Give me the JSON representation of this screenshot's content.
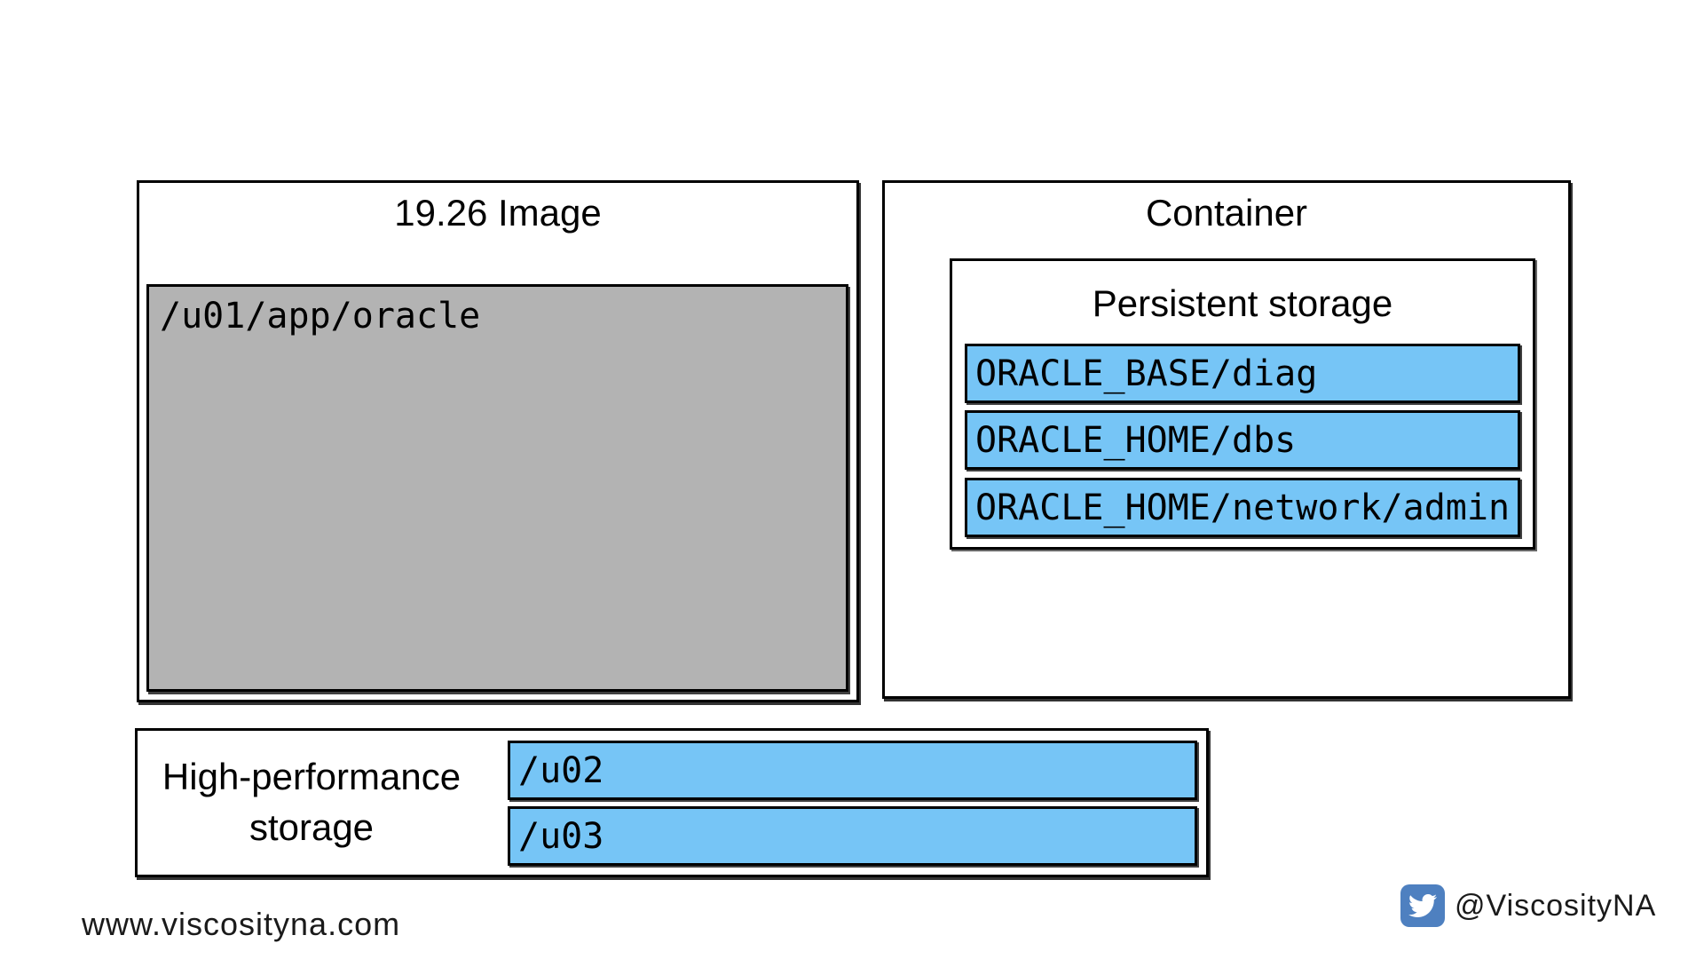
{
  "image_box": {
    "title": "19.26 Image",
    "volume": "/u01/app/oracle"
  },
  "container_box": {
    "title": "Container",
    "persistent_storage": {
      "title": "Persistent storage",
      "items": [
        "ORACLE_BASE/diag",
        "ORACLE_HOME/dbs",
        "ORACLE_HOME/network/admin"
      ]
    }
  },
  "high_performance_storage": {
    "label": "High-performance storage",
    "volumes": [
      "/u02",
      "/u03"
    ]
  },
  "footer": {
    "website": "www.viscosityna.com",
    "twitter_handle": "@ViscosityNA",
    "twitter_icon": "twitter-bird"
  },
  "colors": {
    "highlight_blue": "#76c5f6",
    "gray_fill": "#b3b3b3",
    "twitter_blue": "#4e80c0",
    "border": "#000000",
    "background": "#ffffff"
  }
}
